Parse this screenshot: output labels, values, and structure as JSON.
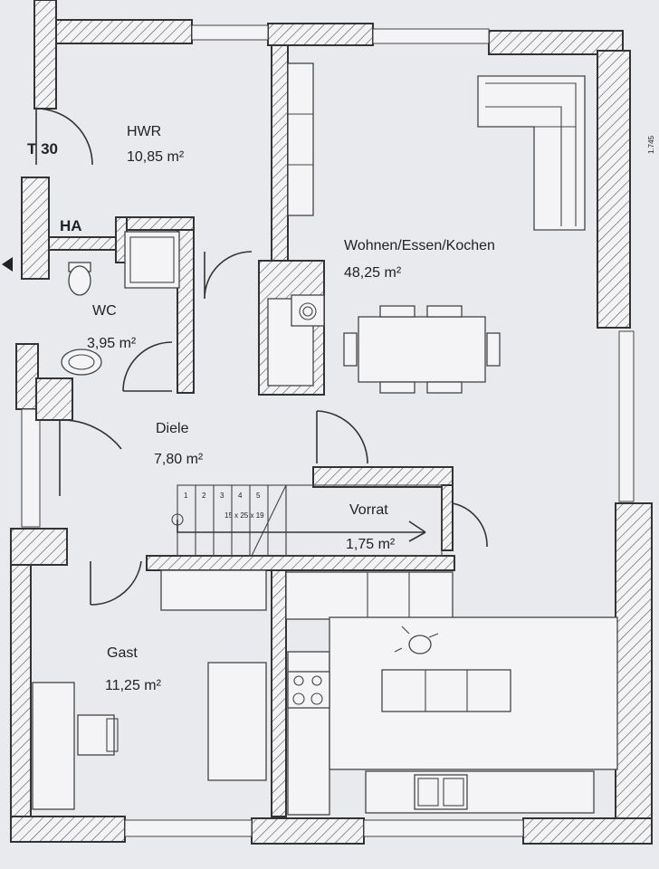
{
  "rooms": {
    "hwr": {
      "name": "HWR",
      "area": "10,85 m²"
    },
    "wohnen": {
      "name": "Wohnen/Essen/Kochen",
      "area": "48,25 m²"
    },
    "wc": {
      "name": "WC",
      "area": "3,95 m²"
    },
    "diele": {
      "name": "Diele",
      "area": "7,80 m²"
    },
    "vorrat": {
      "name": "Vorrat",
      "area": "1,75 m²"
    },
    "gast": {
      "name": "Gast",
      "area": "11,25 m²"
    }
  },
  "labels": {
    "fire_door": "T 30",
    "house_connection": "HA",
    "stair_spec": "15 x 25 x 19",
    "stair_steps": [
      "1",
      "2",
      "3",
      "4",
      "5"
    ],
    "edge_dimension": "1.745"
  },
  "colors": {
    "paper": "#e9eaee",
    "ink": "#333333"
  },
  "icons": [
    "chimney-icon",
    "stove-icon",
    "sink-icon",
    "person-icon",
    "toilet-icon",
    "washbasin-icon"
  ]
}
